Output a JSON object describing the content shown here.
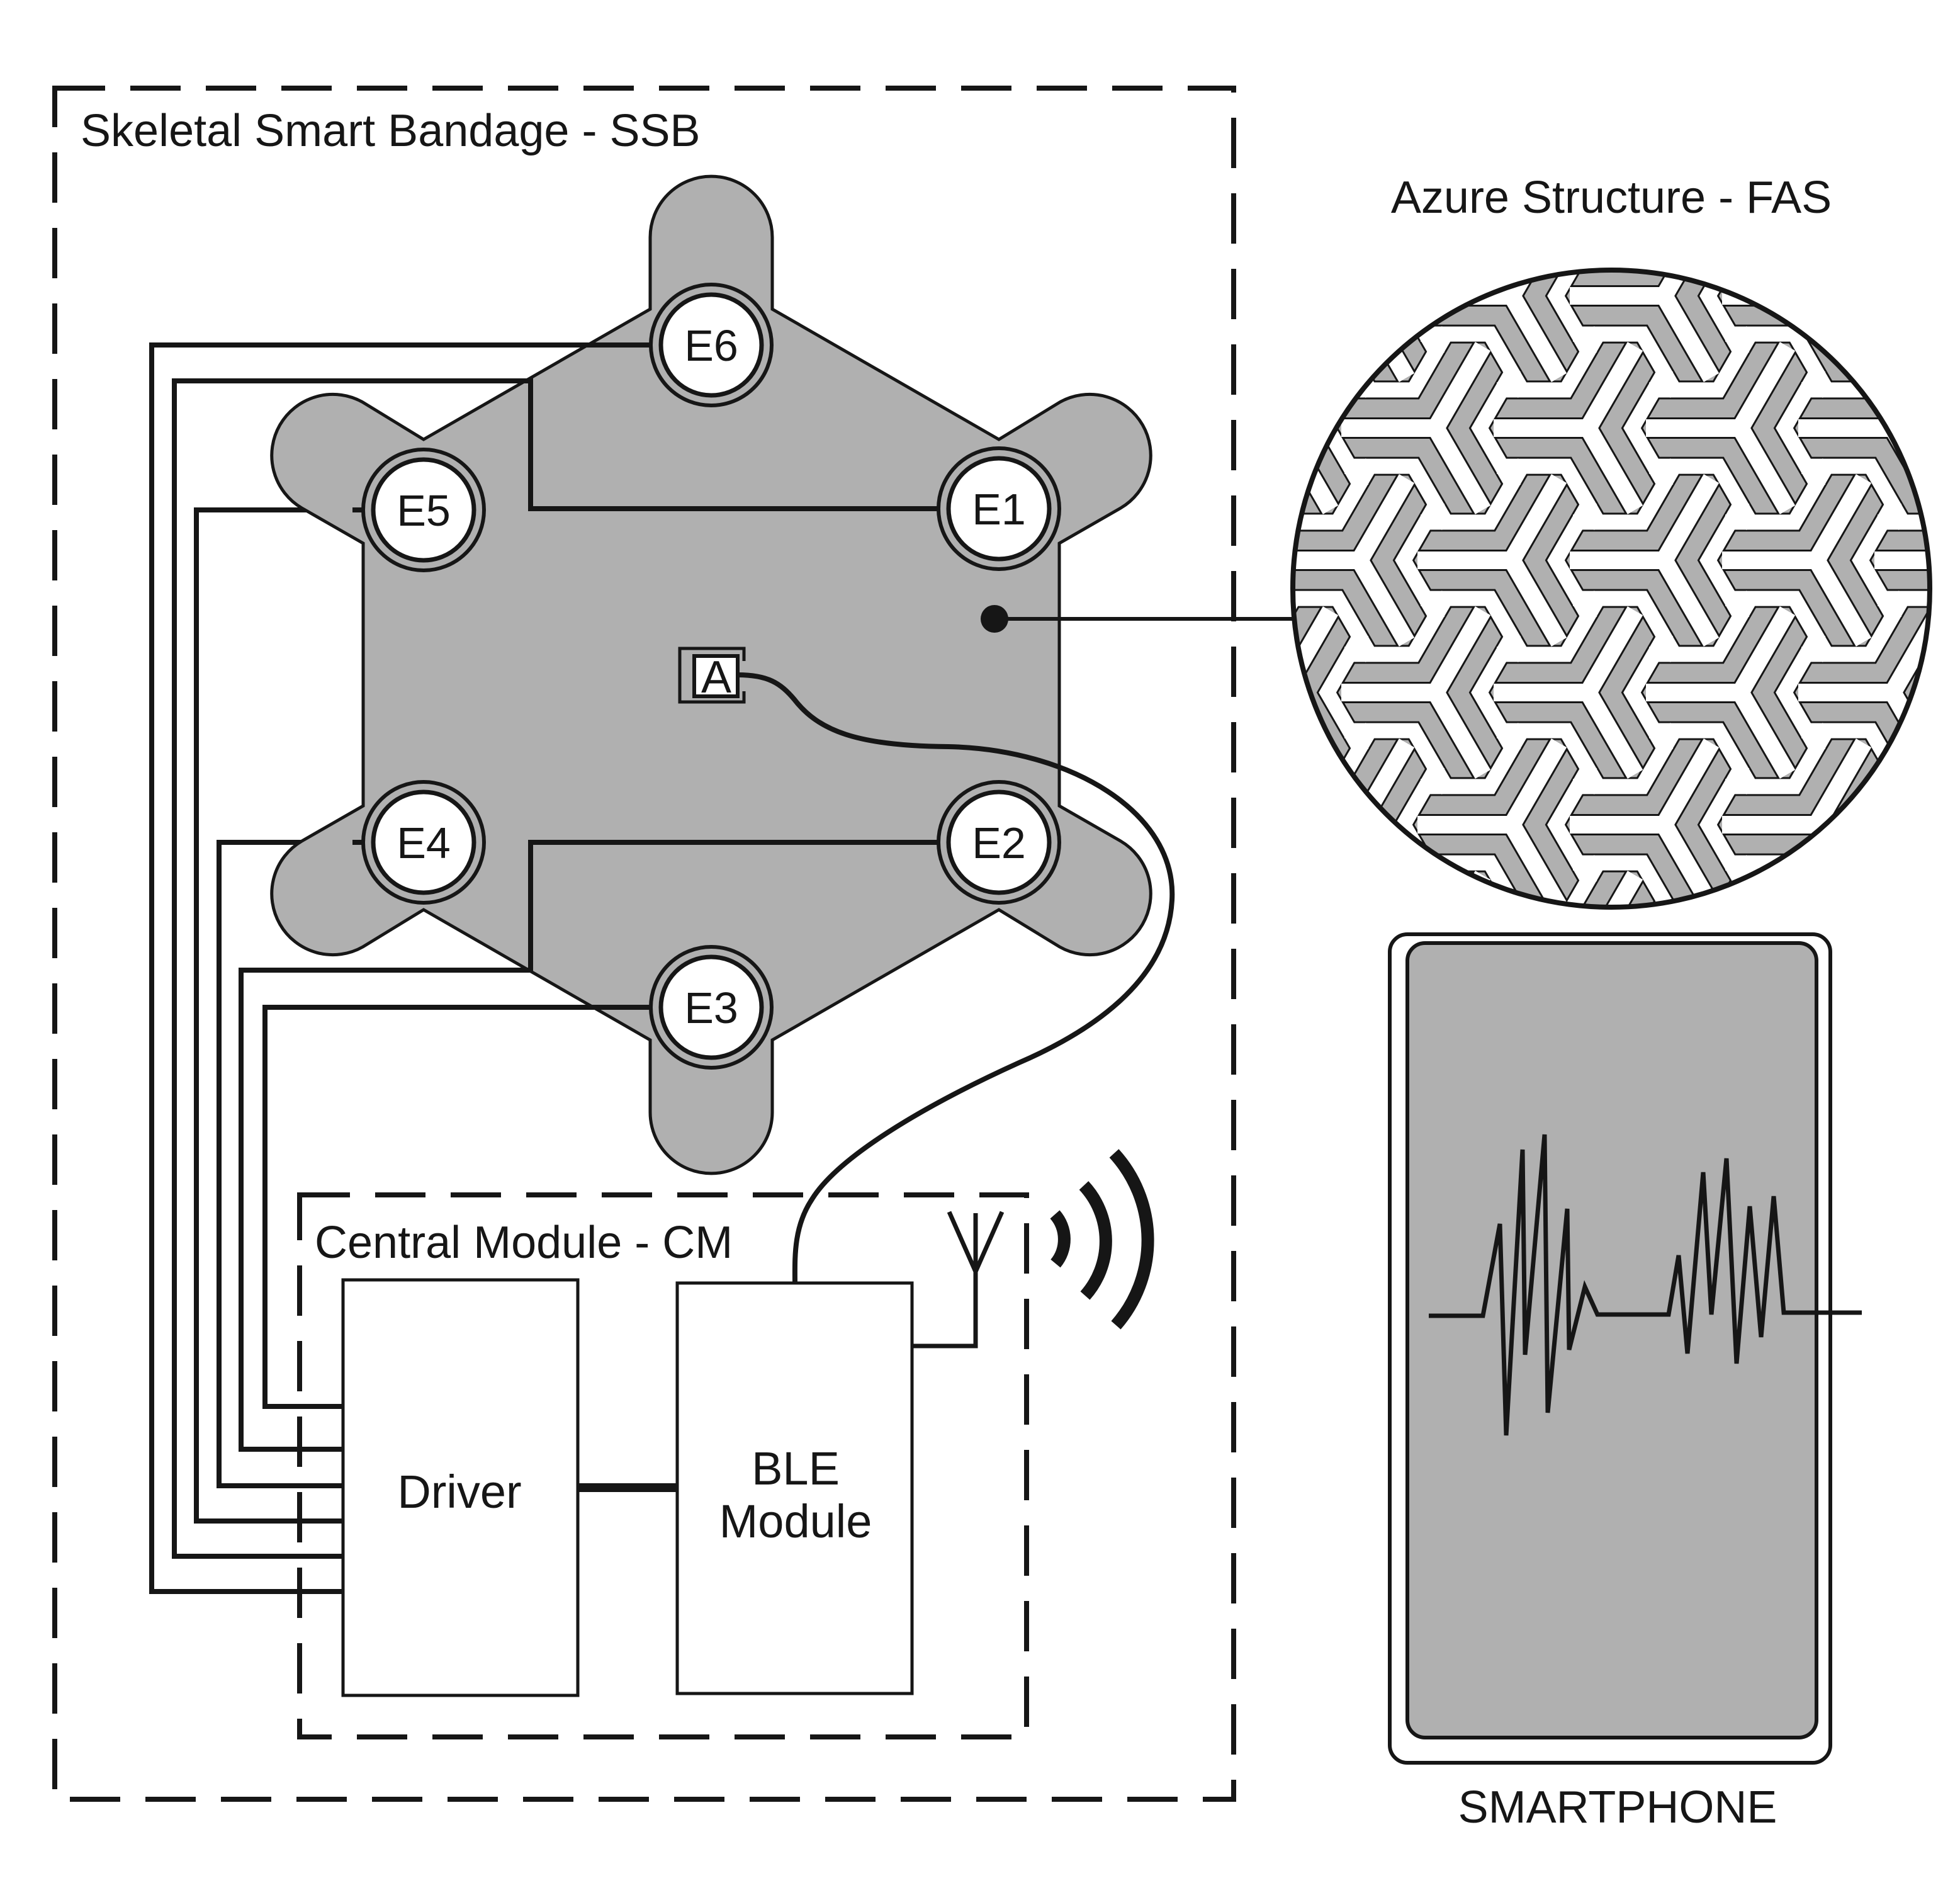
{
  "ssb": {
    "title": "Skeletal Smart Bandage - SSB",
    "electrodes": [
      {
        "id": "E1",
        "label": "E1"
      },
      {
        "id": "E2",
        "label": "E2"
      },
      {
        "id": "E3",
        "label": "E3"
      },
      {
        "id": "E4",
        "label": "E4"
      },
      {
        "id": "E5",
        "label": "E5"
      },
      {
        "id": "E6",
        "label": "E6"
      }
    ],
    "sensor_label": "A"
  },
  "cm": {
    "title": "Central Module - CM",
    "driver_label": "Driver",
    "ble_label_line1": "BLE",
    "ble_label_line2": "Module"
  },
  "fas": {
    "title": "Azure Structure - FAS"
  },
  "smartphone": {
    "label": "SMARTPHONE"
  },
  "colors": {
    "ink": "#161616",
    "substrate_gray": "#b0b0b0",
    "background": "#ffffff"
  }
}
